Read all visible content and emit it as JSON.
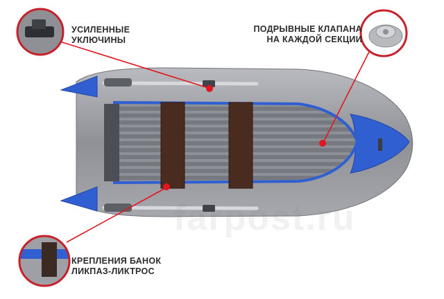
{
  "callouts": {
    "oarlocks": {
      "line1": "УСИЛЕННЫЕ",
      "line2": "УКЛЮЧИНЫ"
    },
    "valves": {
      "line1": "ПОДРЫВНЫЕ КЛАПАНА",
      "line2": "НА КАЖДОЙ СЕКЦИИ"
    },
    "mounts": {
      "line1": "КРЕПЛЕНИЯ БАНОК",
      "line2": "ЛИКПАЗ-ЛИКТРОС"
    }
  },
  "colors": {
    "hull_gray": "#9a9ca2",
    "hull_blue": "#2f5fd0",
    "seat_brown": "#4a2b20",
    "callout_ring": "#c8202a",
    "marker_red": "#e2161e"
  },
  "watermark": "farpost.ru"
}
